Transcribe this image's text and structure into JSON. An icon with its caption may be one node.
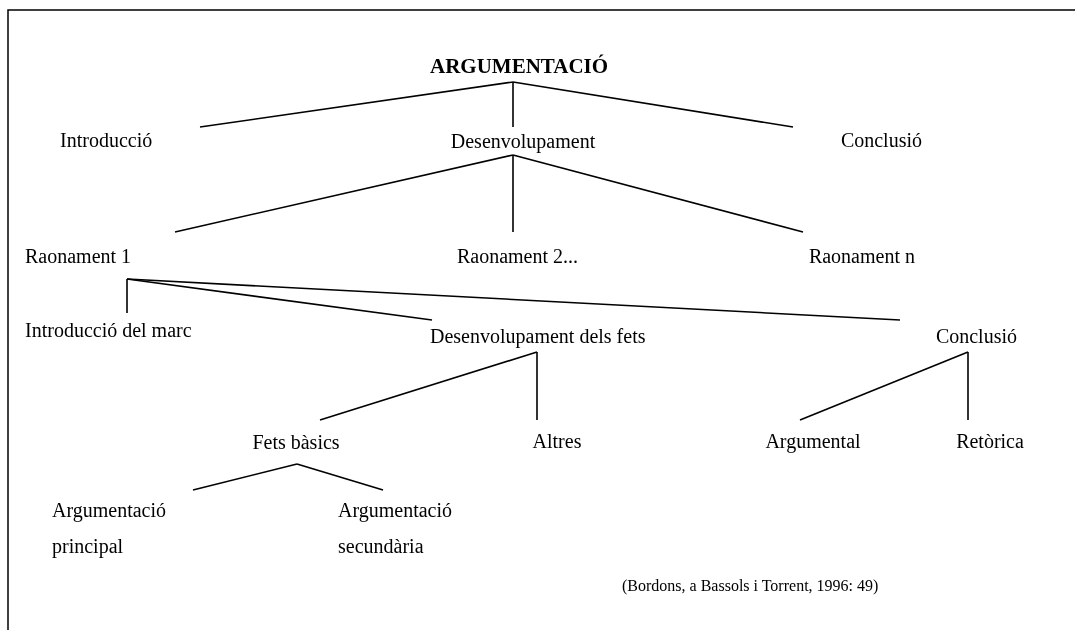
{
  "diagram": {
    "nodes": [
      {
        "text": [
          "ARGUMENTACIÓ"
        ]
      },
      {
        "text": [
          "Introducció"
        ]
      },
      {
        "text": [
          "Desenvolupament"
        ]
      },
      {
        "text": [
          "Conclusió"
        ]
      },
      {
        "text": [
          "Raonament 1"
        ]
      },
      {
        "text": [
          "Raonament 2..."
        ]
      },
      {
        "text": [
          "Raonament n"
        ]
      },
      {
        "text": [
          "Introducció del marc"
        ]
      },
      {
        "text": [
          "Desenvolupament dels fets"
        ]
      },
      {
        "text": [
          "Conclusió"
        ]
      },
      {
        "text": [
          "Fets bàsics"
        ]
      },
      {
        "text": [
          "Altres"
        ]
      },
      {
        "text": [
          "Argumental"
        ]
      },
      {
        "text": [
          "Retòrica"
        ]
      },
      {
        "text": [
          "Argumentació principal"
        ]
      },
      {
        "text": [
          "Argumentació secundària"
        ]
      }
    ],
    "edges": [
      {
        "from": 0,
        "to": 1,
        "arrow": "none"
      },
      {
        "from": 0,
        "to": 2,
        "arrow": "none"
      },
      {
        "from": 0,
        "to": 3,
        "arrow": "none"
      },
      {
        "from": 2,
        "to": 4,
        "arrow": "none"
      },
      {
        "from": 2,
        "to": 5,
        "arrow": "none"
      },
      {
        "from": 2,
        "to": 6,
        "arrow": "none"
      },
      {
        "from": 4,
        "to": 7,
        "arrow": "none"
      },
      {
        "from": 4,
        "to": 8,
        "arrow": "none"
      },
      {
        "from": 4,
        "to": 9,
        "arrow": "none"
      },
      {
        "from": 8,
        "to": 10,
        "arrow": "none"
      },
      {
        "from": 8,
        "to": 11,
        "arrow": "none"
      },
      {
        "from": 9,
        "to": 12,
        "arrow": "none"
      },
      {
        "from": 9,
        "to": 13,
        "arrow": "none"
      },
      {
        "from": 10,
        "to": 14,
        "arrow": "none"
      },
      {
        "from": 10,
        "to": 15,
        "arrow": "none"
      }
    ],
    "labels": [
      "(Bordons, a Bassols i Torrent, 1996: 49)"
    ]
  }
}
